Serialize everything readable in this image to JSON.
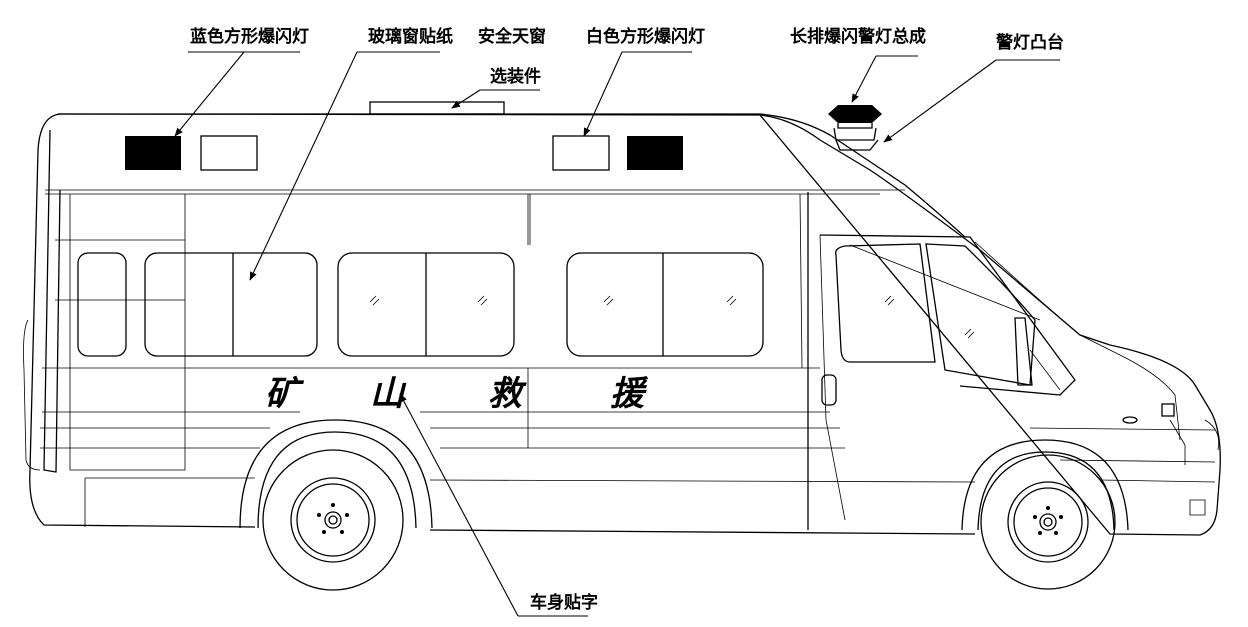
{
  "callouts": {
    "blue_light": "蓝色方形爆闪灯",
    "window_film": "玻璃窗贴纸",
    "sunroof_line1": "安全天窗",
    "sunroof_line2": "选装件",
    "white_light": "白色方形爆闪灯",
    "lightbar": "长排爆闪警灯总成",
    "lamp_platform": "警灯凸台",
    "body_lettering": "车身贴字"
  },
  "vehicle": {
    "side_text": [
      "矿",
      "山",
      "救",
      "援"
    ]
  }
}
